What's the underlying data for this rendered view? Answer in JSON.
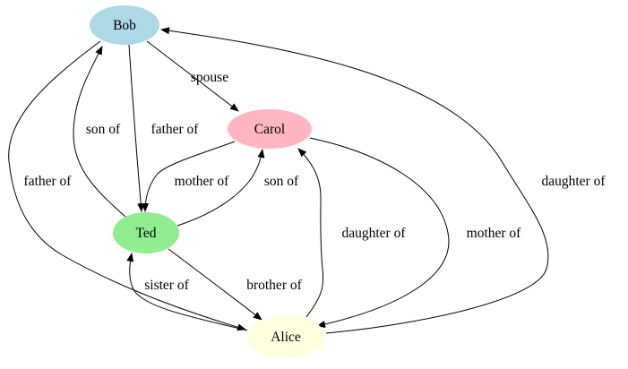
{
  "nodes": {
    "bob": {
      "label": "Bob",
      "color": "#add8e6"
    },
    "carol": {
      "label": "Carol",
      "color": "#ffb6c1"
    },
    "ted": {
      "label": "Ted",
      "color": "#90ee90"
    },
    "alice": {
      "label": "Alice",
      "color": "#ffffe0"
    }
  },
  "edges": {
    "bob_carol": "spouse",
    "bob_ted": "father of",
    "ted_bob": "son of",
    "bob_alice": "father of",
    "alice_bob": "daughter of",
    "carol_ted": "mother of",
    "ted_carol": "son of",
    "carol_alice": "mother of",
    "alice_carol": "daughter of",
    "ted_alice": "brother of",
    "alice_ted": "sister of"
  }
}
